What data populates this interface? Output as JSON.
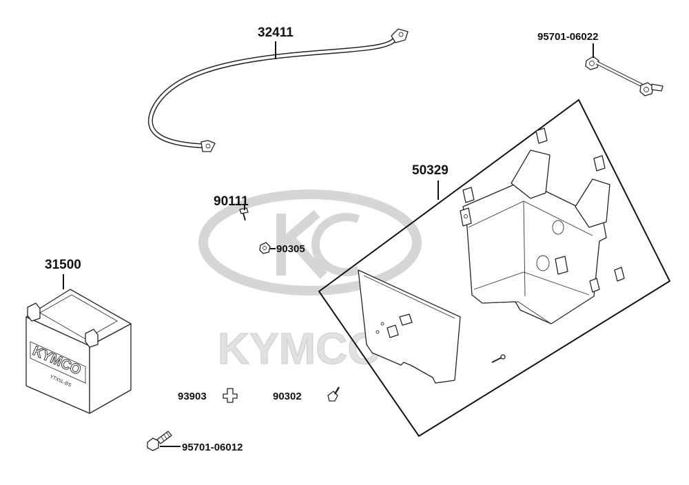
{
  "watermark": {
    "brand_text": "KYMCO",
    "logo_icon": "kymco-k-logo-icon"
  },
  "colors": {
    "line": "#111111",
    "watermark": "#d6d6d6",
    "background": "#ffffff"
  },
  "parts": {
    "cable": "32411",
    "bolt_top": "95701-06022",
    "battery_case": "50329",
    "screw": "90111",
    "nut": "90305",
    "battery": "31500",
    "clip": "93903",
    "small_bolt": "90302",
    "bolt_bottom": "95701-06012"
  },
  "battery_label": {
    "brand": "KYMCO",
    "model": "YTX5L-BS"
  }
}
